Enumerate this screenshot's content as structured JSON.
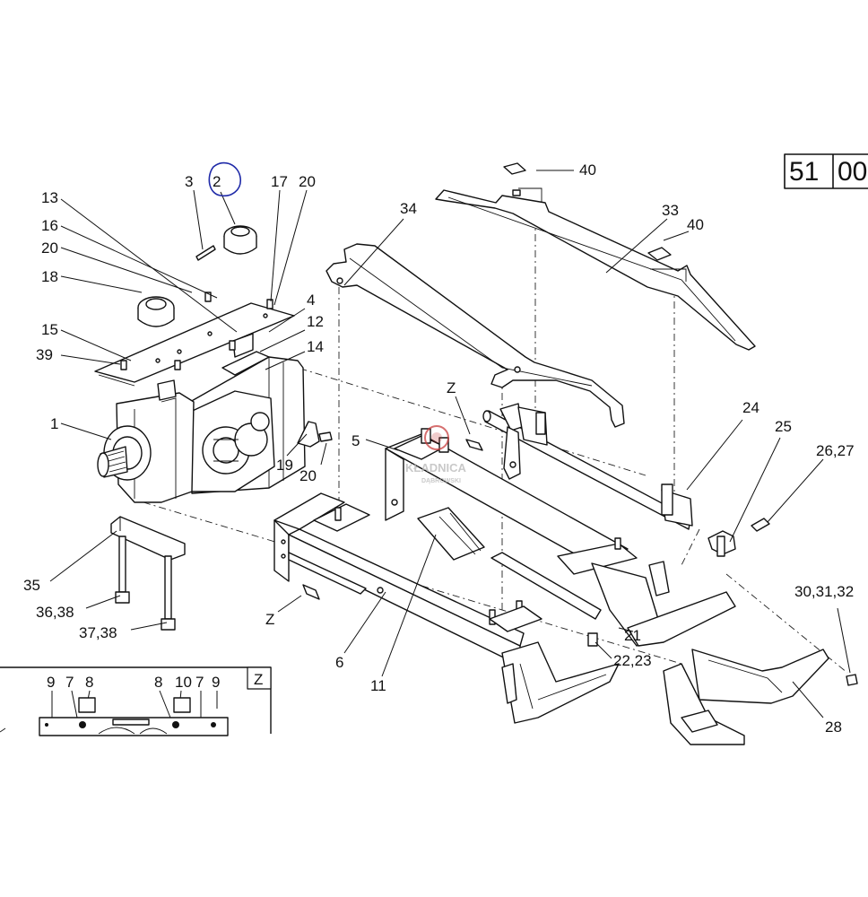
{
  "sheet": {
    "number_left": "51",
    "number_right": "00"
  },
  "watermark": {
    "text": "KŁADNICA",
    "sub": "DĄBROWSKI"
  },
  "detail": {
    "label": "Z",
    "parts": [
      "9",
      "7",
      "8",
      "8",
      "10",
      "7",
      "9"
    ]
  },
  "callouts": {
    "c1": "1",
    "c2": "2",
    "c3": "3",
    "c4": "4",
    "c5": "5",
    "c6": "6",
    "c11": "11",
    "c12": "12",
    "c13": "13",
    "c14": "14",
    "c15": "15",
    "c16": "16",
    "c17": "17",
    "c18": "18",
    "c19": "19",
    "c20a": "20",
    "c20b": "20",
    "c20c": "20",
    "c21": "21",
    "c2223": "22,23",
    "c24": "24",
    "c25": "25",
    "c2627": "26,27",
    "c28": "28",
    "c303132": "30,31,32",
    "c33": "33",
    "c34": "34",
    "c35": "35",
    "c3638": "36,38",
    "c3738": "37,38",
    "c39": "39",
    "c40a": "40",
    "c40b": "40",
    "z1": "Z",
    "z2": "Z"
  },
  "colors": {
    "ink": "#111111",
    "highlight": "#1f2aa8",
    "watermark": "#b7b7b7",
    "watermark_logo": "#c94040"
  }
}
